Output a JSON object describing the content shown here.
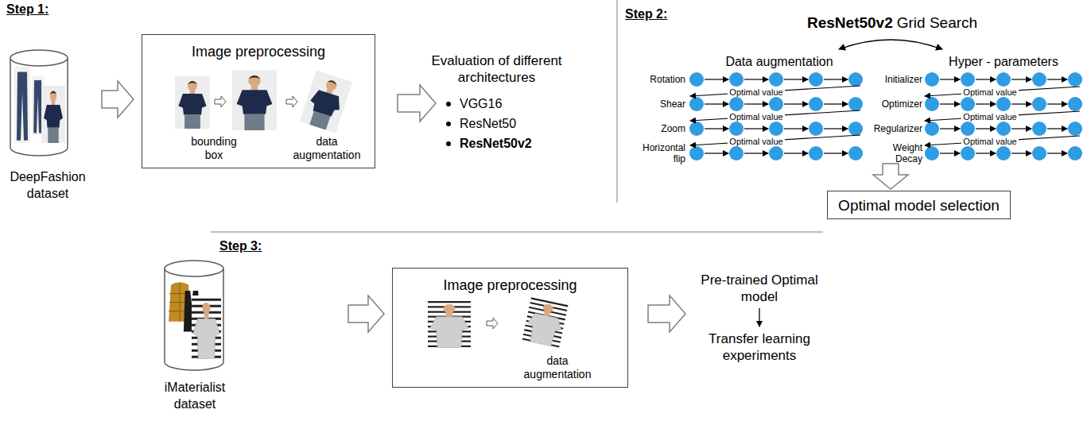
{
  "diagram": {
    "nodes": [
      {
        "text": [
          "DeepFashion dataset"
        ]
      },
      {
        "text": [
          "Image preprocessing",
          "bounding box",
          "data augmentation"
        ]
      },
      {
        "text": [
          "Optimal model selection"
        ]
      },
      {
        "text": [
          "iMaterialist dataset"
        ]
      },
      {
        "text": [
          "Image preprocessing",
          "data augmentation"
        ]
      }
    ],
    "edges": [
      {
        "from": 0,
        "to": 1,
        "arrow": "to"
      },
      {
        "from": 3,
        "to": 4,
        "arrow": "to"
      }
    ],
    "labels": [
      "Step 1:",
      "Evaluation of different architectures",
      "VGG16",
      "ResNet50",
      "ResNet50v2",
      "Step 2:",
      "ResNet50v2",
      "Grid Search",
      "Data augmentation",
      "Hyper - parameters",
      "Rotation",
      "Shear",
      "Zoom",
      "Horizontal flip",
      "Optimal value",
      "Optimal value",
      "Optimal value",
      "Initializer",
      "Optimizer",
      "Regularizer",
      "Weight Decay",
      "Optimal value",
      "Optimal value",
      "Optimal value",
      "Step 3:",
      "Pre-trained Optimal model",
      "Transfer learning experiments"
    ]
  }
}
